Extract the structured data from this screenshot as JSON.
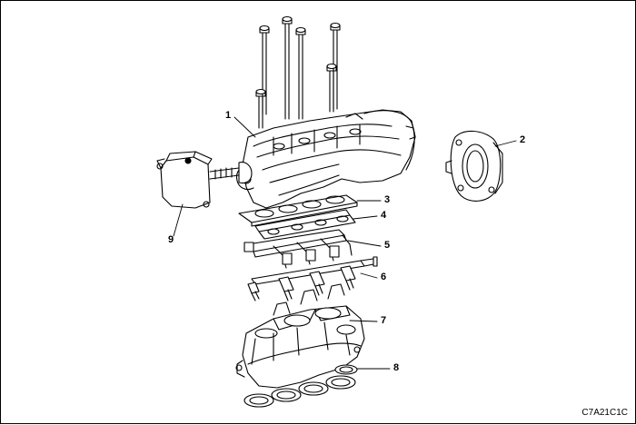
{
  "diagram": {
    "callouts": [
      {
        "id": "1",
        "label": "1"
      },
      {
        "id": "2",
        "label": "2"
      },
      {
        "id": "3",
        "label": "3"
      },
      {
        "id": "4",
        "label": "4"
      },
      {
        "id": "5",
        "label": "5"
      },
      {
        "id": "6",
        "label": "6"
      },
      {
        "id": "7",
        "label": "7"
      },
      {
        "id": "8",
        "label": "8"
      },
      {
        "id": "9",
        "label": "9"
      }
    ],
    "reference_code": "C7A21C1C"
  },
  "colors": {
    "line": "#000000",
    "background": "#ffffff",
    "shade": "#d9d9d9"
  }
}
